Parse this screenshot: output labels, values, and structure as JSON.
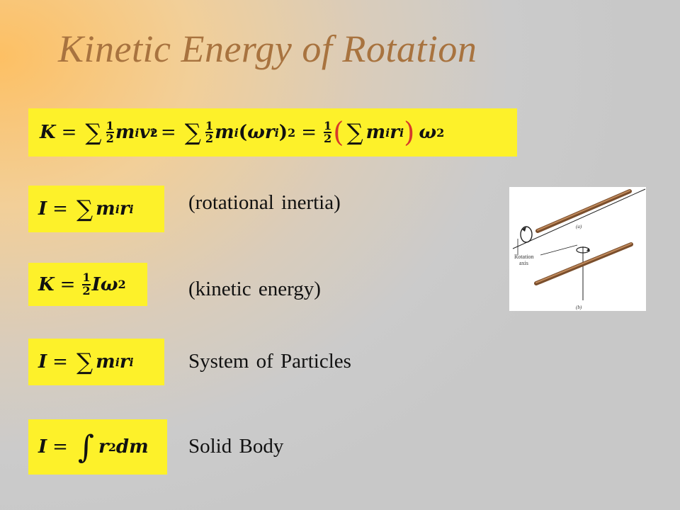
{
  "title": "Kinetic Energy of Rotation",
  "labels": {
    "rotational_inertia": "(rotational inertia)",
    "kinetic_energy": "(kinetic energy)",
    "system_of_particles": "System of Particles",
    "solid_body": "Solid Body"
  },
  "figure": {
    "label_a": "(a)",
    "label_b": "(b)",
    "axis_label_line1": "Rotation",
    "axis_label_line2": "axis"
  },
  "colors": {
    "formula_background": "#fdf12a",
    "title": "#a8733f",
    "rod": "#a0704a"
  }
}
